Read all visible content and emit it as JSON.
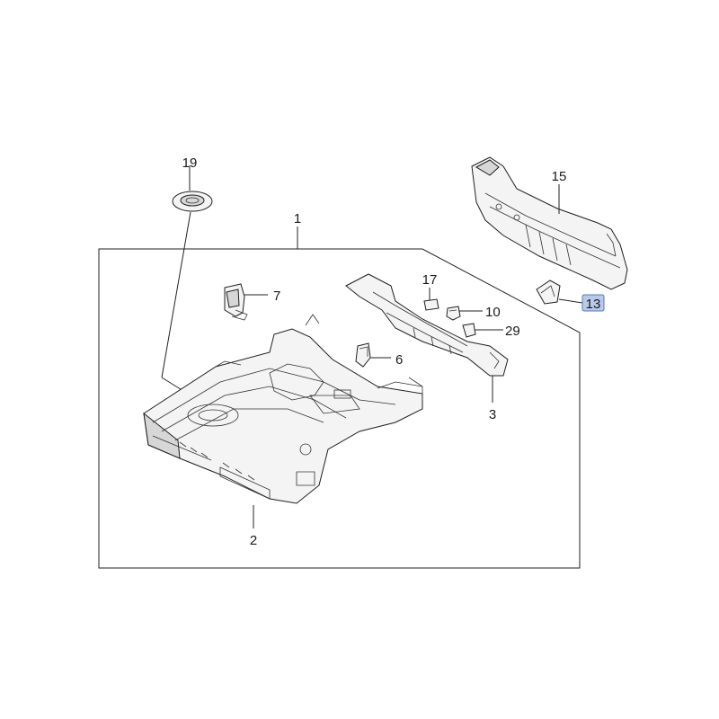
{
  "callouts": {
    "c1": "1",
    "c2": "2",
    "c3": "3",
    "c6": "6",
    "c7": "7",
    "c10": "10",
    "c13": "13",
    "c15": "15",
    "c17": "17",
    "c19": "19",
    "c29": "29"
  },
  "highlighted_callout": "13",
  "colors": {
    "highlight_fill": "#b9c9ea",
    "line": "#222222"
  }
}
